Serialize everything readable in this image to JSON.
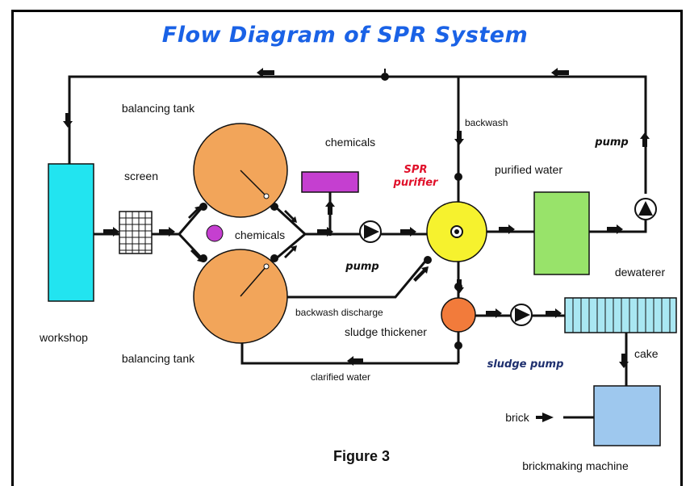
{
  "title": "Flow Diagram of SPR System",
  "figure_caption": "Figure 3",
  "nodes": {
    "workshop": "workshop",
    "screen": "screen",
    "balancing_tank_top": "balancing tank",
    "balancing_tank_bottom": "balancing tank",
    "chemicals_tank": "chemicals",
    "chemicals_circle": "chemicals",
    "pump": "pump",
    "spr_purifier_line1": "SPR",
    "spr_purifier_line2": "purifier",
    "purified_water": "purified water",
    "return_pump": "pump",
    "sludge_thickener": "sludge thickener",
    "sludge_pump": "sludge pump",
    "dewaterer": "dewaterer",
    "brickmaking_machine": "brickmaking machine"
  },
  "flows": {
    "backwash": "backwash",
    "backwash_discharge": "backwash discharge",
    "clarified_water": "clarified water",
    "cake": "cake",
    "brick": "brick"
  },
  "colors": {
    "title": "#1a62e6",
    "workshop": "#22e4f0",
    "tank": "#f2a55a",
    "chemicals_box": "#c53fd0",
    "chemicals_circle": "#c53fd0",
    "spr_purifier": "#f6f22e",
    "purified_water": "#98e36a",
    "sludge_thickener": "#f27b3b",
    "dewaterer": "#a9e7f2",
    "brickmaking_machine": "#9ec8ee",
    "spr_label": "#e0102a",
    "sludge_pump_label": "#1e2f6e"
  }
}
